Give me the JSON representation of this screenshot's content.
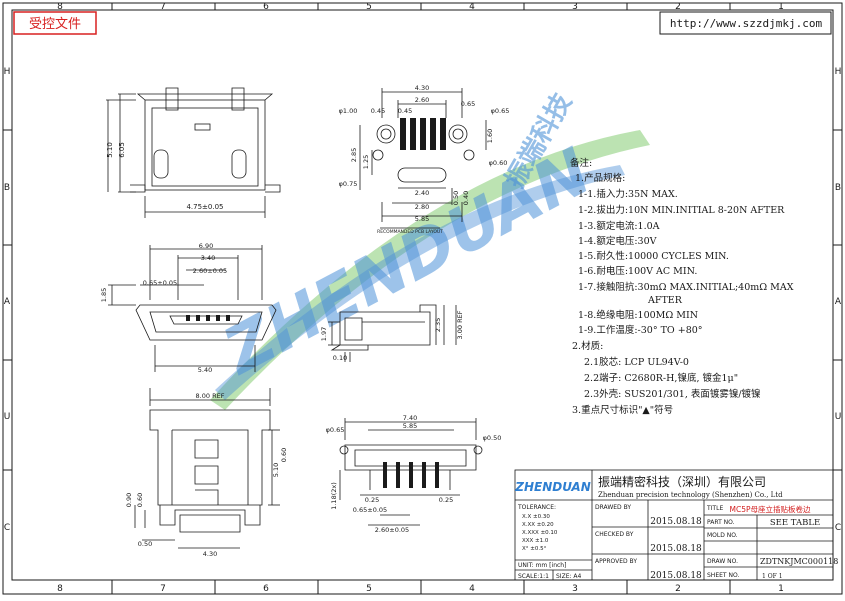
{
  "header": {
    "stamp": "受控文件",
    "url": "http://www.szzdjmkj.com"
  },
  "frame": {
    "top_cols": [
      "8",
      "7",
      "6",
      "5",
      "4",
      "3",
      "2",
      "1"
    ],
    "bottom_cols": [
      "8",
      "7",
      "6",
      "5",
      "4",
      "3",
      "2",
      "1"
    ],
    "left_rows": [
      "H",
      "B",
      "A",
      "U",
      "C"
    ],
    "right_rows": [
      "H",
      "B",
      "A",
      "U",
      "C"
    ]
  },
  "watermark": {
    "text": "ZHENDUAN",
    "cn": "振端科技"
  },
  "top_view": {
    "d_510": "5.10",
    "d_605": "6.05",
    "d_475": "4.75±0.05"
  },
  "pcb": {
    "d_430": "4.30",
    "d_260": "2.60",
    "d_045a": "0.45",
    "d_045b": "0.45",
    "d_065": "0.65",
    "d_phi100": "φ1.00",
    "d_phi065": "φ0.65",
    "d_phi060": "φ0.60",
    "d_phi075": "φ0.75",
    "d_285": "2.85",
    "d_125": "1.25",
    "d_160": "1.60",
    "d_240": "2.40",
    "d_280": "2.80",
    "d_585": "5.85",
    "d_050": "0.50",
    "d_040": "0.40",
    "caption": "RECOMMANDED PCB LAYOUT"
  },
  "front_view": {
    "d_690": "6.90",
    "d_340": "3.40",
    "d_260": "2.60±0.05",
    "d_065": "0.65±0.05",
    "d_185": "1.85",
    "d_540": "5.40"
  },
  "side_view": {
    "d_197": "1.97",
    "d_010": "0.10",
    "d_235": "2.35",
    "d_300": "3.00 REF"
  },
  "bottom_view": {
    "d_800": "8.00 REF",
    "d_060": "0.60",
    "d_510": "5.10",
    "d_090": "0.90",
    "d_060b": "0.60",
    "d_050": "0.50",
    "d_430": "4.30"
  },
  "rear_view": {
    "d_740": "7.40",
    "d_585": "5.85",
    "d_phi065": "φ0.65",
    "d_phi050": "φ0.50",
    "d_118": "1.18(2x)",
    "d_025a": "0.25",
    "d_025b": "0.25",
    "d_065": "0.65±0.05",
    "d_260": "2.60±0.05"
  },
  "notes": {
    "title": "备注:",
    "lines": [
      "1.产品规格:",
      "1-1.插入力:35N MAX.",
      "1-2.拔出力:10N MIN.INITIAL 8-20N AFTER",
      "1-3.额定电流:1.0A",
      "1-4.额定电压:30V",
      "1-5.耐久性:10000 CYCLES MIN.",
      "1-6.耐电压:100V AC MIN.",
      "1-7.接触阻抗:30mΩ MAX.INITIAL;40mΩ MAX",
      "AFTER",
      "1-8.绝缘电阻:100MΩ MIN",
      "1-9.工作温度:-30° TO +80°",
      "2.材质:",
      "2.1胶芯: LCP UL94V-0",
      "2.2端子: C2680R-H,镍底, 镀金1μ\"",
      "2.3外壳: SUS201/301, 表面镀雾镍/镀镍",
      "3.重点尺寸标识\"▲\"符号"
    ]
  },
  "title_block": {
    "logo": "ZHENDUAN",
    "company_cn": "振端精密科技（深圳）有限公司",
    "company_en": "Zhenduan precision technology (Shenzhen) Co., Ltd",
    "tolerance": "TOLERANCE:",
    "tol_rows": [
      "X.X ±0.30",
      "X.XX ±0.20",
      "X.XXX ±0.10",
      "XXX ±1.0",
      "X° ±0.5°"
    ],
    "unit": "UNIT: mm [inch]",
    "scale": "SCALE:1:1",
    "size": "SIZE: A4",
    "drawn_by": "DRAWED BY",
    "checked_by": "CHECKED BY",
    "approved_by": "APPROVED BY",
    "date1": "2015.08.18",
    "date2": "2015.08.18",
    "date3": "2015.08.18",
    "title_label": "TITLE",
    "title_value": "MC5P母座立插贴板卷边",
    "part_no": "PART NO.",
    "part_value": "SEE TABLE",
    "mold_no": "MOLD NO.",
    "mold_value": "",
    "draw_no": "DRAW NO.",
    "draw_value": "ZDTNKJMC000118",
    "sheet_no": "SHEET NO.",
    "sheet_value": "1 OF 1"
  },
  "colors": {
    "line": "#1a1a1a",
    "stamp": "#d82020",
    "watermark_green": "#6fc35a",
    "watermark_blue": "#2f7fd1",
    "title_red": "#d22020",
    "logo_green": "#5cb85c"
  }
}
